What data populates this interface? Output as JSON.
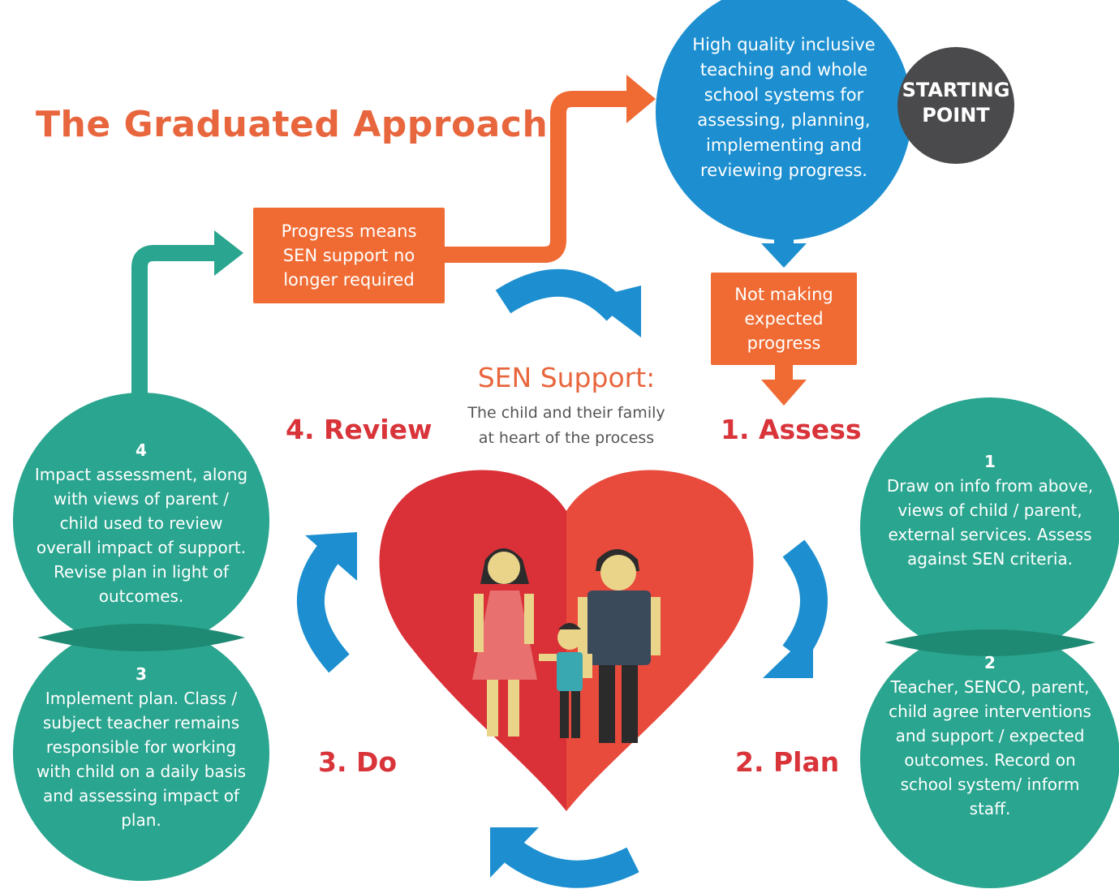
{
  "title": "The Graduated Approach",
  "starting_point": {
    "label": "STARTING POINT"
  },
  "top_circle": {
    "text": "High quality inclusive teaching and whole school systems for assessing, planning, implementing and reviewing progress."
  },
  "boxes": {
    "not_making_progress": "Not making expected progress",
    "progress_no_longer": "Progress means SEN support no longer required"
  },
  "center": {
    "title": "SEN Support:",
    "subtitle": "The child and their family at heart of the process"
  },
  "stages": {
    "assess": "1. Assess",
    "plan": "2. Plan",
    "do": "3. Do",
    "review": "4. Review"
  },
  "circles": {
    "c1": {
      "num": "1",
      "text": "Draw on info from above, views of child / parent, external services. Assess against SEN criteria."
    },
    "c2": {
      "num": "2",
      "text": "Teacher, SENCO, parent, child agree interventions and support / expected outcomes. Record on school system/ inform staff."
    },
    "c3": {
      "num": "3",
      "text": "Implement plan. Class / subject teacher remains responsible for working with child on a daily basis and assessing impact of plan."
    },
    "c4": {
      "num": "4",
      "text": "Impact assessment, along with views of parent / child used to review overall impact of support. Revise plan in light of outcomes."
    }
  },
  "colors": {
    "blue": "#1d8fd0",
    "orange": "#ef6b33",
    "teal": "#2aa58f",
    "teal_overlap": "#1f8a74",
    "dark_grey": "#4a4a4c",
    "red_title": "#d8343a",
    "heart_left": "#d93137",
    "heart_right": "#e84a3c"
  }
}
